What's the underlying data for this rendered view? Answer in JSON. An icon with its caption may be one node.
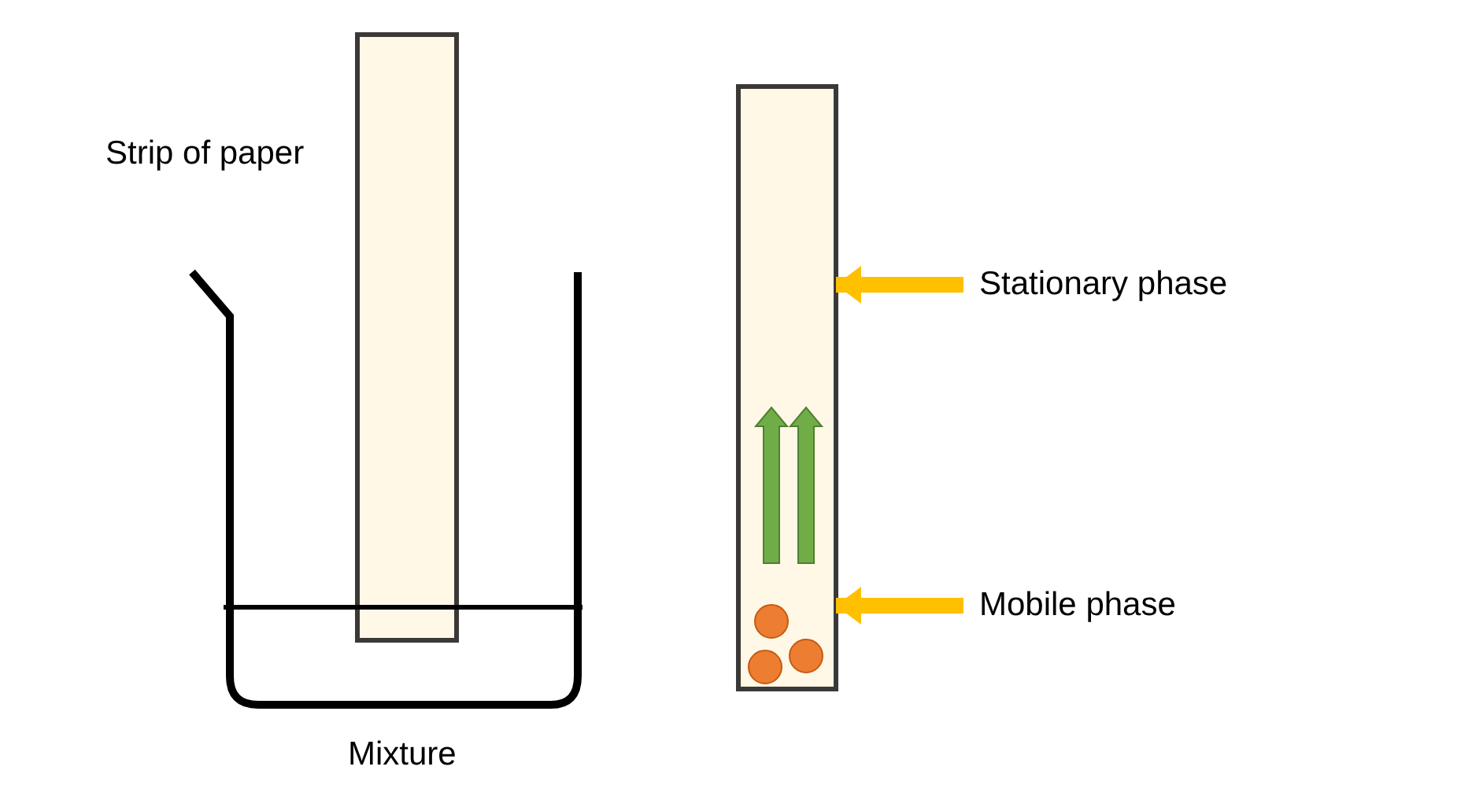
{
  "diagram": {
    "nodes": [
      {
        "text": [],
        "shape": "box"
      },
      {
        "text": [
          "Stationary phase"
        ]
      },
      {
        "text": [
          "Mobile phase"
        ]
      }
    ],
    "edges": [
      {
        "from": 1,
        "to": 0,
        "arrow": "to"
      },
      {
        "from": 2,
        "to": 0,
        "arrow": "to"
      }
    ],
    "labels": [
      "Strip of paper",
      "Mixture"
    ]
  }
}
